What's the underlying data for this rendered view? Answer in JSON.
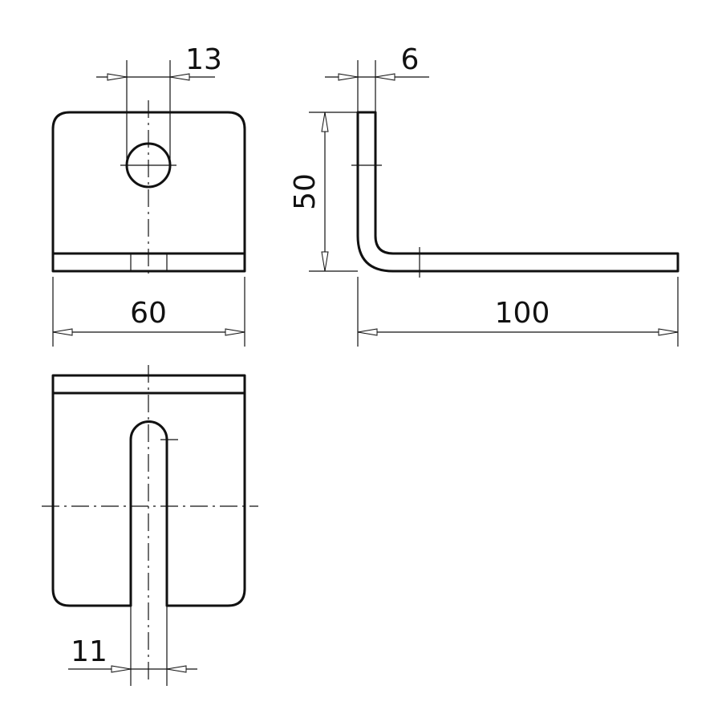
{
  "drawing": {
    "dimensions": {
      "hole_width": "13",
      "width": "60",
      "thickness": "6",
      "height": "50",
      "length": "100",
      "slot_width": "11"
    }
  }
}
